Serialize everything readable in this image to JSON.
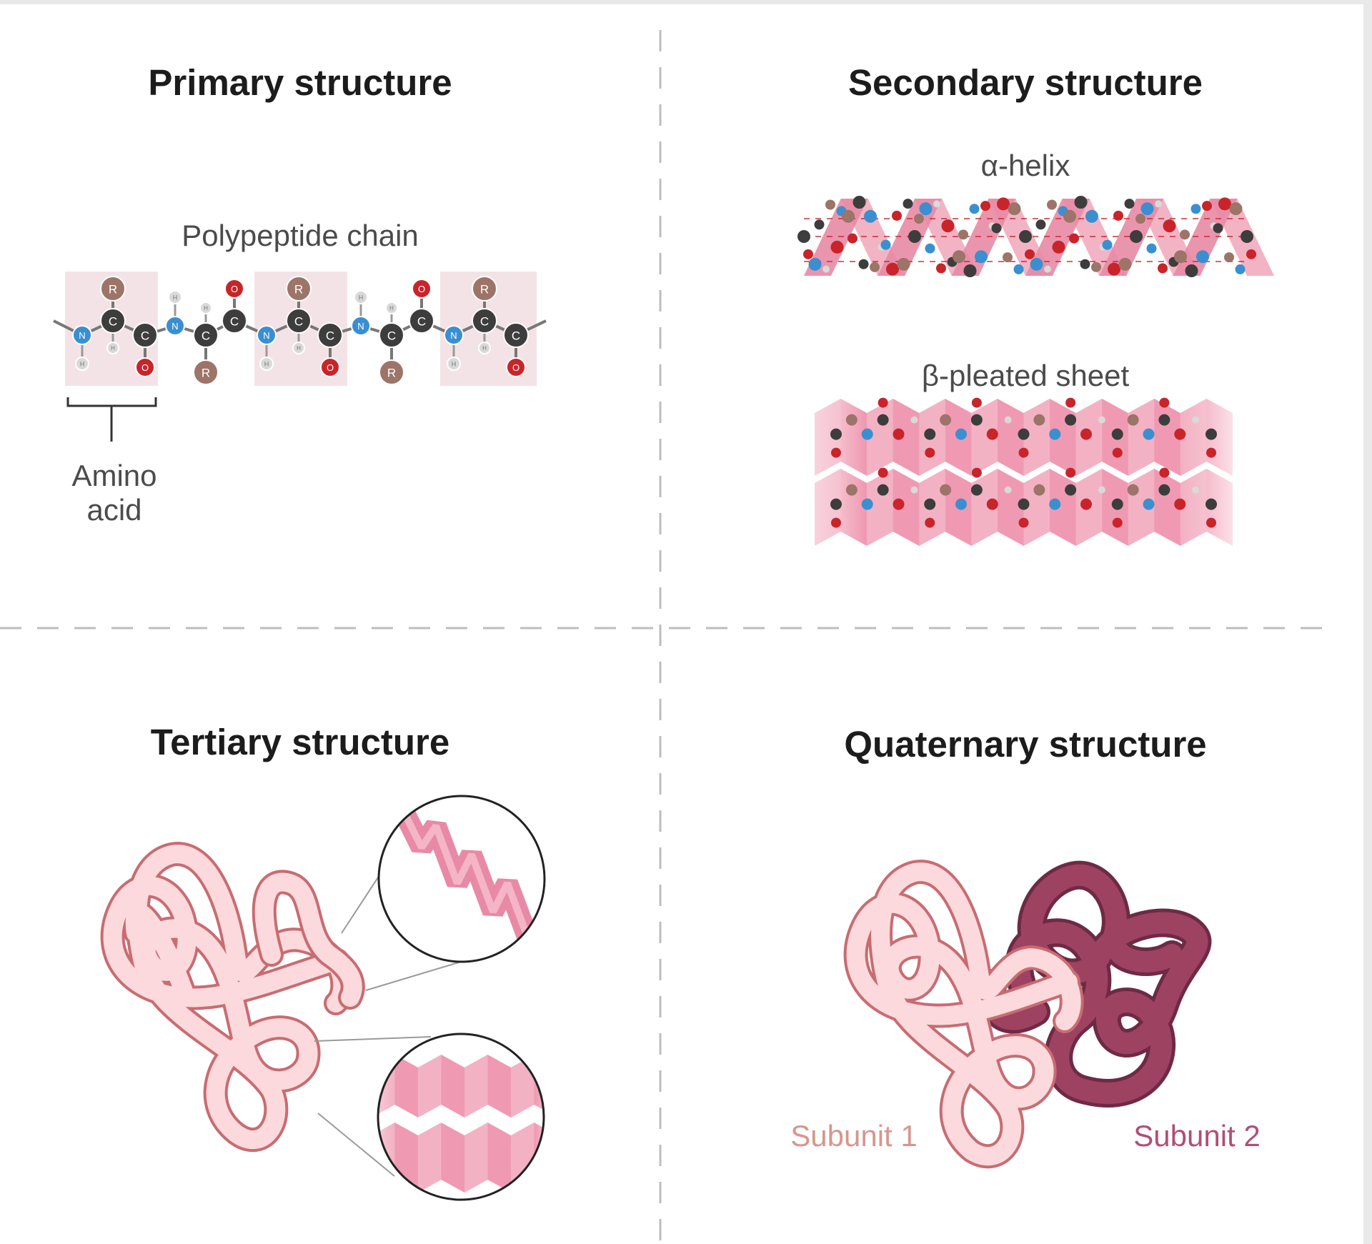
{
  "panels": {
    "primary": {
      "title": "Primary structure",
      "chain_label": "Polypeptide chain",
      "amino_label_line1": "Amino",
      "amino_label_line2": "acid",
      "atom_labels": {
        "r": "R",
        "c": "C",
        "n": "N",
        "o": "O",
        "h": "H"
      }
    },
    "secondary": {
      "title": "Secondary structure",
      "helix_label": "α-helix",
      "sheet_label": "β-pleated sheet"
    },
    "tertiary": {
      "title": "Tertiary structure"
    },
    "quaternary": {
      "title": "Quaternary structure",
      "subunit1": "Subunit 1",
      "subunit2": "Subunit 2"
    }
  },
  "colors": {
    "ribbon_pink": "#e88aa5",
    "ribbon_light": "#f6c6d3",
    "tube_light": "#fbd9dc",
    "tube_outline": "#c86c72",
    "tube_dark": "#9e4262",
    "tube_dark_outline": "#6e2a44",
    "atom_r": "#9c7468",
    "atom_c": "#3d3d3d",
    "atom_n": "#3a8fd1",
    "atom_o": "#c8242a",
    "atom_h": "#d9d9d9",
    "residue_box": "#f4e3e6",
    "divider": "#bdbdbd"
  }
}
